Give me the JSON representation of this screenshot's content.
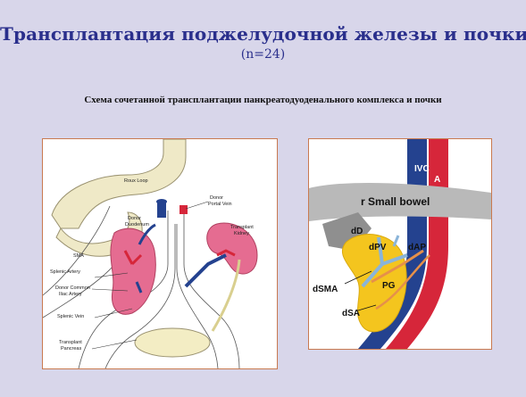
{
  "slide": {
    "title": "Трансплантация поджелудочной железы и почки",
    "subtitle": "(n=24)",
    "caption": "Схема сочетанной трансплантации панкреатодуоденального комплекса и почки"
  },
  "left_figure": {
    "labels": {
      "roux_loop": "Roux Loop",
      "donor_duodenum_1": "Donor",
      "donor_duodenum_2": "Duodenum",
      "donor_portal_vein_1": "Donor",
      "donor_portal_vein_2": "Portal Vein",
      "transplant_kidney_1": "Transplant",
      "transplant_kidney_2": "Kidney",
      "sma": "SMA",
      "splenic_artery": "Splenic Artery",
      "donor_common_iliac_1": "Donor Common",
      "donor_common_iliac_2": "Iliac Artery",
      "splenic_vein": "Splenic Vein",
      "transplant_pancreas_1": "Transplant",
      "transplant_pancreas_2": "Pancreas"
    }
  },
  "right_figure": {
    "labels": {
      "ivc": "IVC",
      "a": "A",
      "small_bowel": "r Small bowel",
      "dd": "dD",
      "dpv": "dPV",
      "dap": "dAP",
      "dsma": "dSMA",
      "pg": "PG",
      "dsa": "dSA"
    }
  },
  "colors": {
    "title": "#2a2f8c",
    "background": "#d8d6ea",
    "figure_border": "#c97a50",
    "pancreas_pink": "#e06a8e",
    "artery_red": "#d6263a",
    "vein_blue": "#24428f",
    "bowel_tan": "#efe9c7",
    "pancreas_yellow": "#f4c51e",
    "bowel_gray": "#b9b9b9"
  }
}
